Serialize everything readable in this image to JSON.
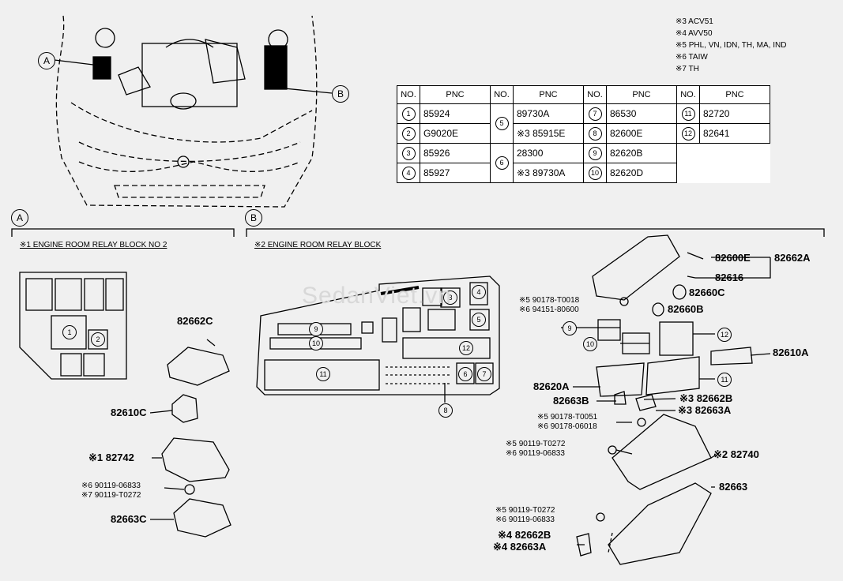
{
  "header_notes": [
    "※3 ACV51",
    "※4 AVV50",
    "※5 PHL, VN, IDN, TH, MA, IND",
    "※6 TAIW",
    "※7 TH"
  ],
  "callouts": {
    "a": "A",
    "b": "B"
  },
  "table": {
    "headers": [
      "NO.",
      "PNC",
      "NO.",
      "PNC",
      "NO.",
      "PNC",
      "NO.",
      "PNC"
    ],
    "col1": [
      {
        "no": "1",
        "pnc": "85924"
      },
      {
        "no": "2",
        "pnc": "G9020E"
      },
      {
        "no": "3",
        "pnc": "85926"
      },
      {
        "no": "4",
        "pnc": "85927"
      }
    ],
    "col2": [
      {
        "no": "5",
        "pnc": "89730A"
      },
      {
        "no": "",
        "pnc": "※3 85915E"
      },
      {
        "no": "6",
        "pnc": "28300"
      },
      {
        "no": "",
        "pnc": "※3 89730A"
      }
    ],
    "col3": [
      {
        "no": "7",
        "pnc": "86530"
      },
      {
        "no": "8",
        "pnc": "82600E"
      },
      {
        "no": "9",
        "pnc": "82620B"
      },
      {
        "no": "10",
        "pnc": "82620D"
      }
    ],
    "col4": [
      {
        "no": "11",
        "pnc": "82720"
      },
      {
        "no": "12",
        "pnc": "82641"
      }
    ]
  },
  "section_a": {
    "label": "A",
    "title": "※1 ENGINE ROOM RELAY BLOCK NO 2"
  },
  "section_b": {
    "label": "B",
    "title": "※2 ENGINE ROOM RELAY BLOCK"
  },
  "block_a_circles": [
    "1",
    "2"
  ],
  "block_b_circles": [
    "9",
    "10",
    "11",
    "3",
    "4",
    "5",
    "12",
    "6",
    "7",
    "8"
  ],
  "parts_a": [
    "82662C",
    "82610C",
    "※1 82742",
    "※6 90119-06833",
    "※7 90119-T0272",
    "82663C"
  ],
  "parts_b": {
    "p82600E": "82600E",
    "p82662A": "82662A",
    "p82616": "82616",
    "p82660C": "82660C",
    "clip1a": "※5 90178-T0018",
    "clip1b": "※6 94151-80600",
    "p82660B": "82660B",
    "c9": "9",
    "c10": "10",
    "c12": "12",
    "p82610A": "82610A",
    "c11": "11",
    "p82620A": "82620A",
    "p82663B": "82663B",
    "p82662B": "※3 82662B",
    "p82663A_3": "※3 82663A",
    "clip2a": "※5 90178-T0051",
    "clip2b": "※6 90178-06018",
    "bolt1a": "※5 90119-T0272",
    "bolt1b": "※6 90119-06833",
    "p82740": "※2 82740",
    "p82663": "82663",
    "bolt2a": "※5 90119-T0272",
    "bolt2b": "※6 90119-06833",
    "p82662B_4": "※4 82662B",
    "p82663A_4": "※4 82663A"
  },
  "watermark": "SedanViet.vn"
}
